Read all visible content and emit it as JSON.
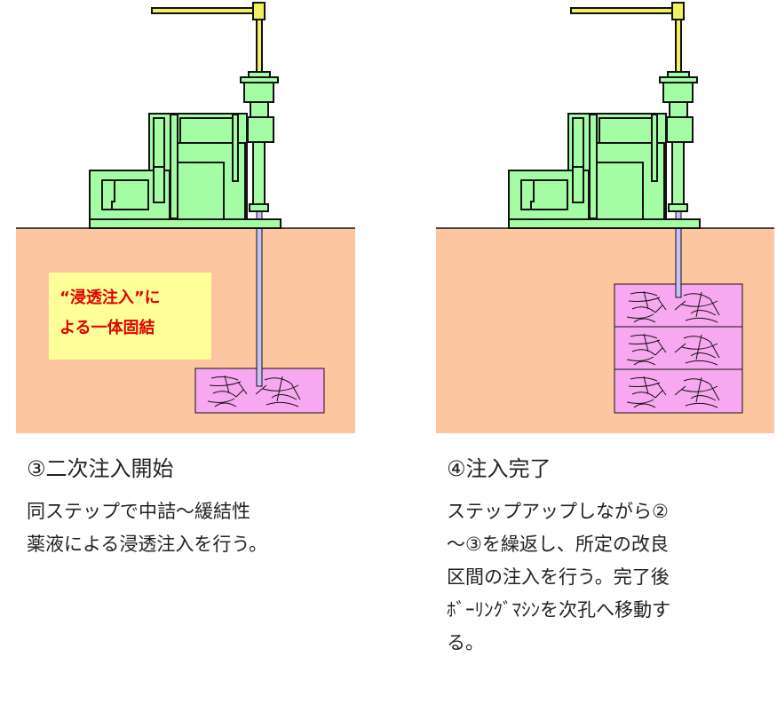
{
  "left_panel": {
    "callout": [
      "“浸透注入”に",
      "よる一体固結"
    ],
    "title": "③二次注入開始",
    "body": [
      "同ステップで中詰～緩結性",
      "薬液による浸透注入を行う。"
    ]
  },
  "right_panel": {
    "title": "④注入完了",
    "body": [
      "ステップアップしながら②",
      "～③を繰返し、所定の改良",
      "区間の注入を行う。完了後",
      "ﾎﾞｰﾘﾝｸﾞﾏｼﾝを次孔へ移動す",
      "る。"
    ]
  },
  "colors": {
    "soil": "#fcc6a0",
    "machine": "#a4fca4",
    "mast": "#f0f060",
    "grout": "#f8a8f0",
    "pipe": "#c8c0f8",
    "callout_bg": "#ffff99",
    "callout_text": "#e00000"
  }
}
